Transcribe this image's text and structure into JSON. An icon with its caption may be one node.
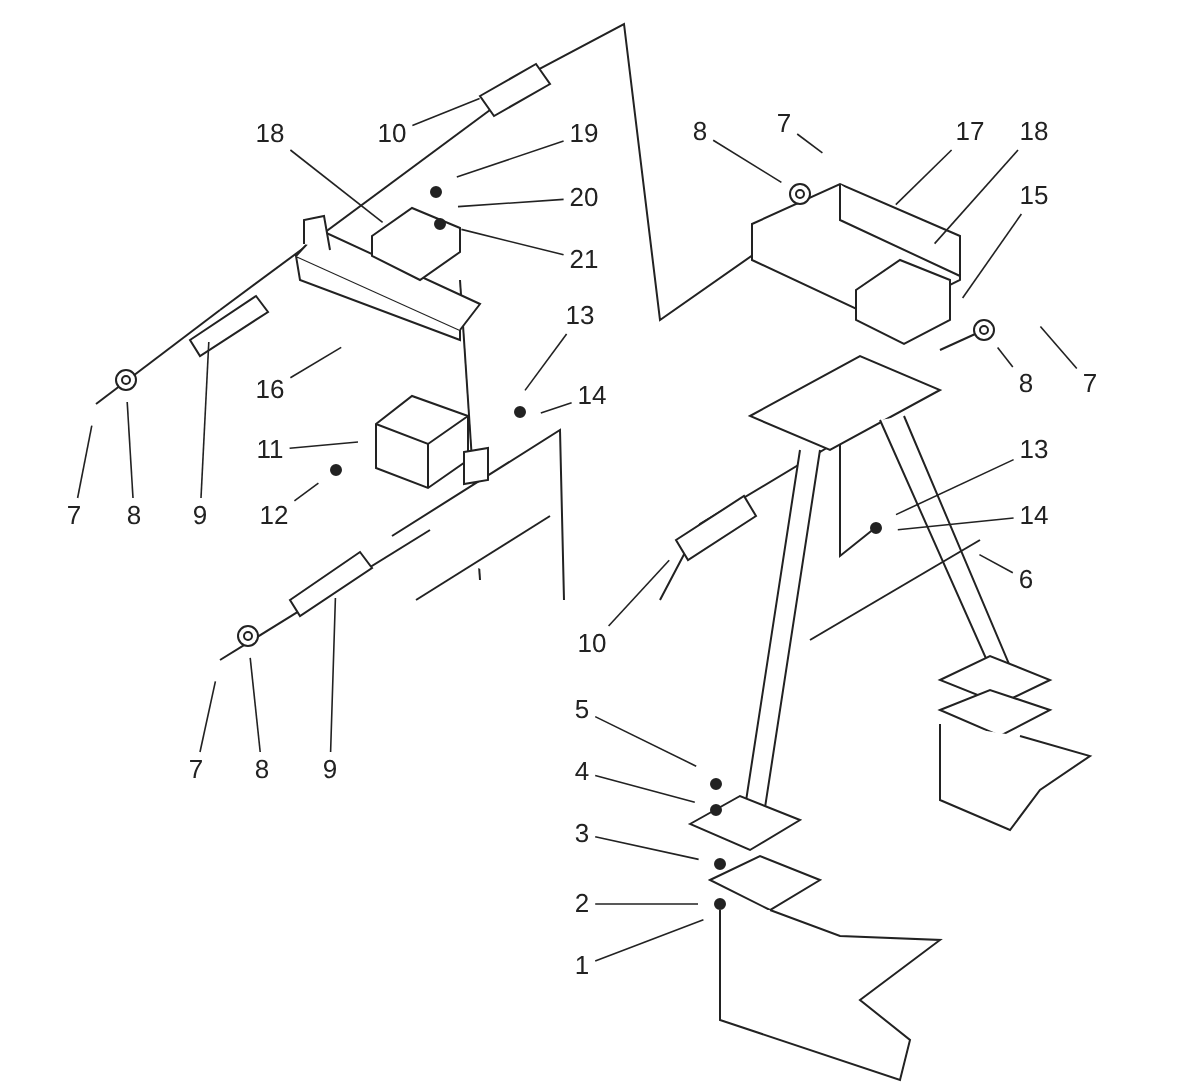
{
  "diagram": {
    "nodes": [
      {
        "text": [
          "10"
        ]
      },
      {
        "text": [
          "18"
        ]
      },
      {
        "text": [
          "19"
        ]
      },
      {
        "text": [
          "20"
        ]
      },
      {
        "text": [
          "21"
        ]
      },
      {
        "text": [
          "16"
        ]
      },
      {
        "text": [
          "9"
        ]
      },
      {
        "text": [
          "8"
        ]
      },
      {
        "text": [
          "7"
        ]
      },
      {
        "text": [
          "13"
        ]
      },
      {
        "text": [
          "14"
        ]
      },
      {
        "text": [
          "11"
        ]
      },
      {
        "text": [
          "12"
        ]
      },
      {
        "text": [
          "7"
        ]
      },
      {
        "text": [
          "8"
        ]
      },
      {
        "text": [
          "9"
        ]
      },
      {
        "text": [
          "8"
        ]
      },
      {
        "text": [
          "7"
        ]
      },
      {
        "text": [
          "17"
        ]
      },
      {
        "text": [
          "18"
        ]
      },
      {
        "text": [
          "15"
        ]
      },
      {
        "text": [
          "8"
        ]
      },
      {
        "text": [
          "7"
        ]
      },
      {
        "text": [
          "13"
        ]
      },
      {
        "text": [
          "14"
        ]
      },
      {
        "text": [
          "6"
        ]
      },
      {
        "text": [
          "10"
        ]
      },
      {
        "text": [
          "5"
        ]
      },
      {
        "text": [
          "4"
        ]
      },
      {
        "text": [
          "3"
        ]
      },
      {
        "text": [
          "2"
        ]
      },
      {
        "text": [
          "1"
        ]
      }
    ],
    "edges": [
      {
        "from": 0,
        "to": null,
        "arrow": "none"
      },
      {
        "from": 1,
        "to": null,
        "arrow": "none"
      },
      {
        "from": 2,
        "to": null,
        "arrow": "none"
      },
      {
        "from": 3,
        "to": null,
        "arrow": "none"
      },
      {
        "from": 4,
        "to": null,
        "arrow": "none"
      },
      {
        "from": 5,
        "to": null,
        "arrow": "none"
      },
      {
        "from": 6,
        "to": null,
        "arrow": "none"
      },
      {
        "from": 7,
        "to": null,
        "arrow": "none"
      },
      {
        "from": 8,
        "to": null,
        "arrow": "none"
      },
      {
        "from": 9,
        "to": null,
        "arrow": "none"
      },
      {
        "from": 10,
        "to": null,
        "arrow": "none"
      },
      {
        "from": 11,
        "to": null,
        "arrow": "none"
      },
      {
        "from": 12,
        "to": null,
        "arrow": "none"
      },
      {
        "from": 13,
        "to": null,
        "arrow": "none"
      },
      {
        "from": 14,
        "to": null,
        "arrow": "none"
      },
      {
        "from": 15,
        "to": null,
        "arrow": "none"
      },
      {
        "from": 16,
        "to": null,
        "arrow": "none"
      },
      {
        "from": 17,
        "to": null,
        "arrow": "none"
      },
      {
        "from": 18,
        "to": null,
        "arrow": "none"
      },
      {
        "from": 19,
        "to": null,
        "arrow": "none"
      },
      {
        "from": 20,
        "to": null,
        "arrow": "none"
      },
      {
        "from": 21,
        "to": null,
        "arrow": "none"
      },
      {
        "from": 22,
        "to": null,
        "arrow": "none"
      },
      {
        "from": 23,
        "to": null,
        "arrow": "none"
      },
      {
        "from": 24,
        "to": null,
        "arrow": "none"
      },
      {
        "from": 25,
        "to": null,
        "arrow": "none"
      },
      {
        "from": 26,
        "to": null,
        "arrow": "none"
      },
      {
        "from": 27,
        "to": null,
        "arrow": "none"
      },
      {
        "from": 28,
        "to": null,
        "arrow": "none"
      },
      {
        "from": 29,
        "to": null,
        "arrow": "none"
      },
      {
        "from": 30,
        "to": null,
        "arrow": "none"
      },
      {
        "from": 31,
        "to": null,
        "arrow": "none"
      }
    ]
  }
}
